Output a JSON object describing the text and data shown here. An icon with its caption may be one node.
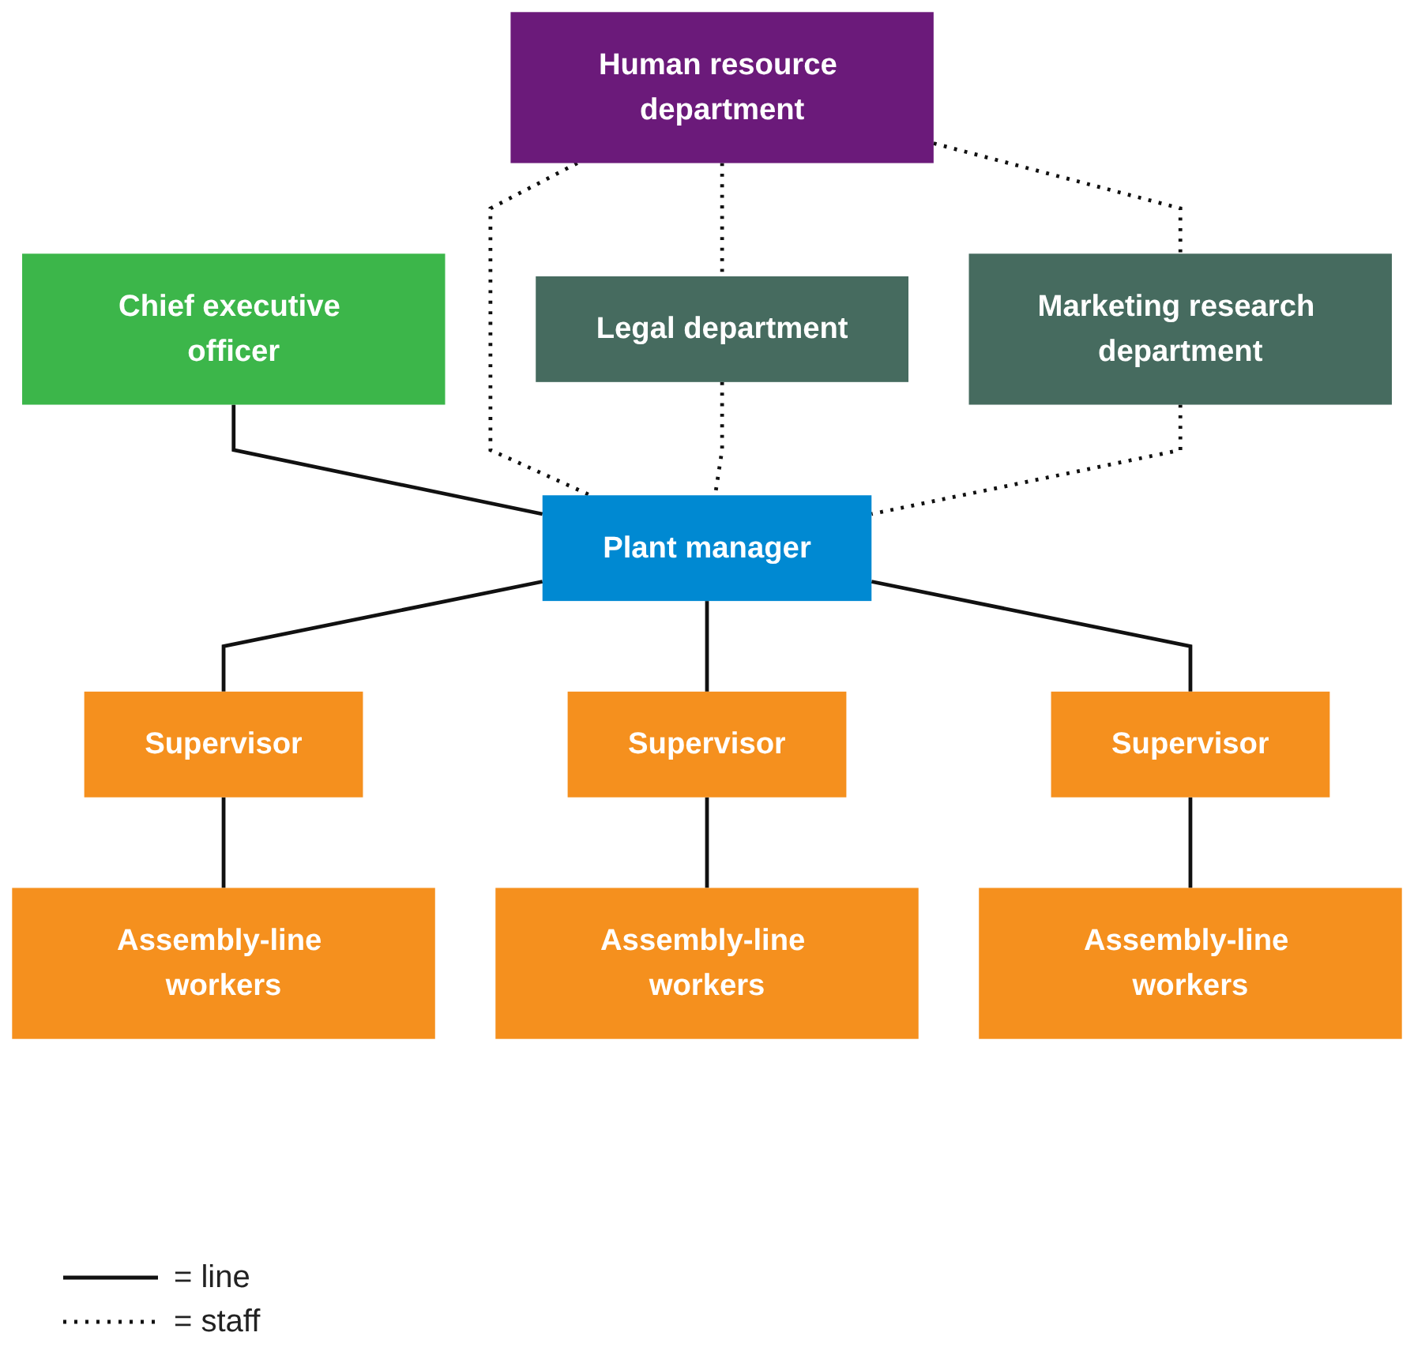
{
  "diagram": {
    "nodes": [
      {
        "text": [
          "Chief executive officer"
        ]
      },
      {
        "text": [
          "Human resource department"
        ]
      },
      {
        "text": [
          "Legal department"
        ]
      },
      {
        "text": [
          "Marketing research department"
        ]
      },
      {
        "text": [
          "Plant manager"
        ]
      },
      {
        "text": [
          "Supervisor"
        ]
      },
      {
        "text": [
          "Supervisor"
        ]
      },
      {
        "text": [
          "Supervisor"
        ]
      },
      {
        "text": [
          "Assembly-line workers"
        ]
      },
      {
        "text": [
          "Assembly-line workers"
        ]
      },
      {
        "text": [
          "Assembly-line workers"
        ]
      }
    ],
    "edges": [
      {
        "from": 0,
        "to": 4,
        "arrow": "none"
      },
      {
        "from": 1,
        "to": 2,
        "arrow": "none",
        "style": "dashed"
      },
      {
        "from": 1,
        "to": 3,
        "arrow": "none",
        "style": "dashed"
      },
      {
        "from": 1,
        "to": 4,
        "arrow": "none",
        "style": "dashed"
      },
      {
        "from": 2,
        "to": 4,
        "arrow": "none",
        "style": "dashed"
      },
      {
        "from": 3,
        "to": 4,
        "arrow": "none",
        "style": "dashed"
      },
      {
        "from": 4,
        "to": 5,
        "arrow": "none"
      },
      {
        "from": 4,
        "to": 6,
        "arrow": "none"
      },
      {
        "from": 4,
        "to": 7,
        "arrow": "none"
      },
      {
        "from": 5,
        "to": 8,
        "arrow": "none"
      },
      {
        "from": 6,
        "to": 9,
        "arrow": "none"
      },
      {
        "from": 7,
        "to": 10,
        "arrow": "none"
      }
    ],
    "legend": [
      {
        "text": "= line"
      },
      {
        "text": "= staff"
      }
    ]
  }
}
